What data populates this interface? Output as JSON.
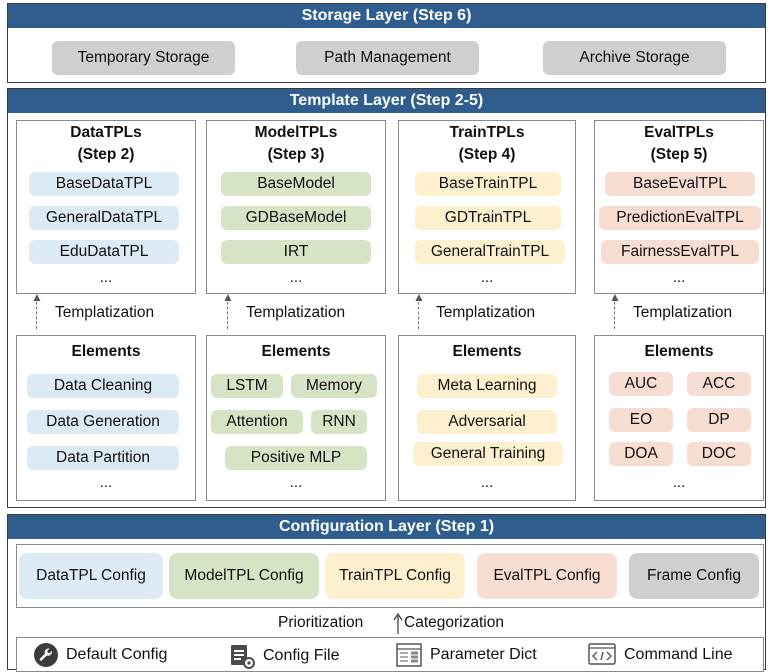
{
  "storage": {
    "header": "Storage Layer (Step 6)",
    "items": [
      "Temporary Storage",
      "Path Management",
      "Archive Storage"
    ]
  },
  "template": {
    "header": "Template Layer (Step 2-5)",
    "columns": [
      {
        "title": "DataTPLs",
        "step": "(Step 2)",
        "tpls": [
          "BaseDataTPL",
          "GeneralDataTPL",
          "EduDataTPL"
        ],
        "more": "...",
        "templatization": "Templatization",
        "elements_title": "Elements",
        "elements": [
          "Data Cleaning",
          "Data Generation",
          "Data Partition"
        ],
        "elements_more": "..."
      },
      {
        "title": "ModelTPLs",
        "step": "(Step 3)",
        "tpls": [
          "BaseModel",
          "GDBaseModel",
          "IRT"
        ],
        "more": "...",
        "templatization": "Templatization",
        "elements_title": "Elements",
        "elements": [
          "LSTM",
          "Memory",
          "Attention",
          "RNN",
          "Positive MLP"
        ],
        "elements_more": "..."
      },
      {
        "title": "TrainTPLs",
        "step": "(Step 4)",
        "tpls": [
          "BaseTrainTPL",
          "GDTrainTPL",
          "GeneralTrainTPL"
        ],
        "more": "...",
        "templatization": "Templatization",
        "elements_title": "Elements",
        "elements": [
          "Meta Learning",
          "Adversarial",
          "General Training"
        ],
        "elements_more": "..."
      },
      {
        "title": "EvalTPLs",
        "step": "(Step 5)",
        "tpls": [
          "BaseEvalTPL",
          "PredictionEvalTPL",
          "FairnessEvalTPL"
        ],
        "more": "...",
        "templatization": "Templatization",
        "elements_title": "Elements",
        "elements": [
          "AUC",
          "ACC",
          "EO",
          "DP",
          "DOA",
          "DOC"
        ],
        "elements_more": "..."
      }
    ]
  },
  "configuration": {
    "header": "Configuration  Layer (Step 1)",
    "configs": [
      "DataTPL Config",
      "ModelTPL Config",
      "TrainTPL Config",
      "EvalTPL Config",
      "Frame Config"
    ],
    "prioritization": "Prioritization",
    "categorization": "Categorization",
    "sources": [
      {
        "label": "Default Config",
        "icon": "wrench-icon"
      },
      {
        "label": "Config File",
        "icon": "config-file-icon"
      },
      {
        "label": "Parameter Dict",
        "icon": "parameter-dict-icon"
      },
      {
        "label": "Command Line",
        "icon": "command-line-icon"
      }
    ]
  },
  "colors": {
    "header": "#2f5d8e",
    "data": "#dbeaf3",
    "model": "#d6e3c5",
    "train": "#fdf0cf",
    "eval": "#f8ddd2",
    "storage": "#cfcfcf"
  }
}
